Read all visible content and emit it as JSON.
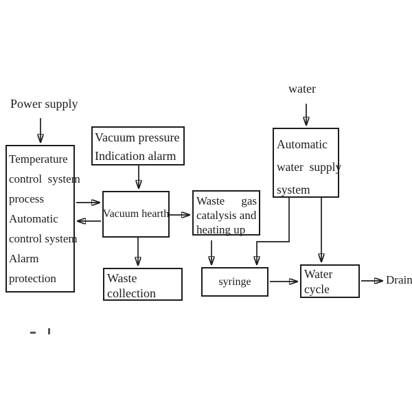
{
  "page": {
    "background_color": "#ffffff",
    "ink_color": "#1c1c1c"
  },
  "labels": {
    "power_supply": "Power supply",
    "water": "water",
    "drain": "Drain"
  },
  "nodes": {
    "temperature": {
      "lines": [
        "Temperature",
        "control  system",
        "process",
        "Automatic",
        "control system",
        "Alarm",
        "protection"
      ]
    },
    "vacuum_pressure": {
      "lines": [
        "Vacuum pressure",
        "Indication alarm"
      ]
    },
    "vacuum_hearth": {
      "label": "Vacuum hearth"
    },
    "waste_gas": {
      "line1_left": "Waste",
      "line1_right": "gas",
      "line2": "catalysis and",
      "line3": "heating up"
    },
    "water_supply": {
      "lines": [
        "Automatic",
        "water  supply",
        "system"
      ]
    },
    "waste_collection": {
      "lines": [
        "Waste",
        "collection"
      ]
    },
    "syringe": {
      "label": "syringe"
    },
    "water_cycle": {
      "lines": [
        "Water",
        "cycle"
      ]
    }
  },
  "edges": [
    {
      "id": "power-supply-to-temperature",
      "from": "power_supply",
      "to": "temperature"
    },
    {
      "id": "water-to-water-supply",
      "from": "water",
      "to": "water_supply"
    },
    {
      "id": "vacuum-pressure-to-vacuum-hearth",
      "from": "vacuum_pressure",
      "to": "vacuum_hearth"
    },
    {
      "id": "temperature-to-vacuum-hearth",
      "from": "temperature",
      "to": "vacuum_hearth"
    },
    {
      "id": "vacuum-hearth-to-temperature",
      "from": "vacuum_hearth",
      "to": "temperature"
    },
    {
      "id": "vacuum-hearth-to-waste-gas",
      "from": "vacuum_hearth",
      "to": "waste_gas"
    },
    {
      "id": "vacuum-hearth-to-waste-collection",
      "from": "vacuum_hearth",
      "to": "waste_collection"
    },
    {
      "id": "waste-gas-to-syringe",
      "from": "waste_gas",
      "to": "syringe"
    },
    {
      "id": "water-supply-to-syringe",
      "from": "water_supply",
      "to": "syringe"
    },
    {
      "id": "water-supply-to-water-cycle",
      "from": "water_supply",
      "to": "water_cycle"
    },
    {
      "id": "syringe-to-water-cycle",
      "from": "syringe",
      "to": "water_cycle"
    },
    {
      "id": "water-cycle-to-drain",
      "from": "water_cycle",
      "to": "drain"
    }
  ]
}
